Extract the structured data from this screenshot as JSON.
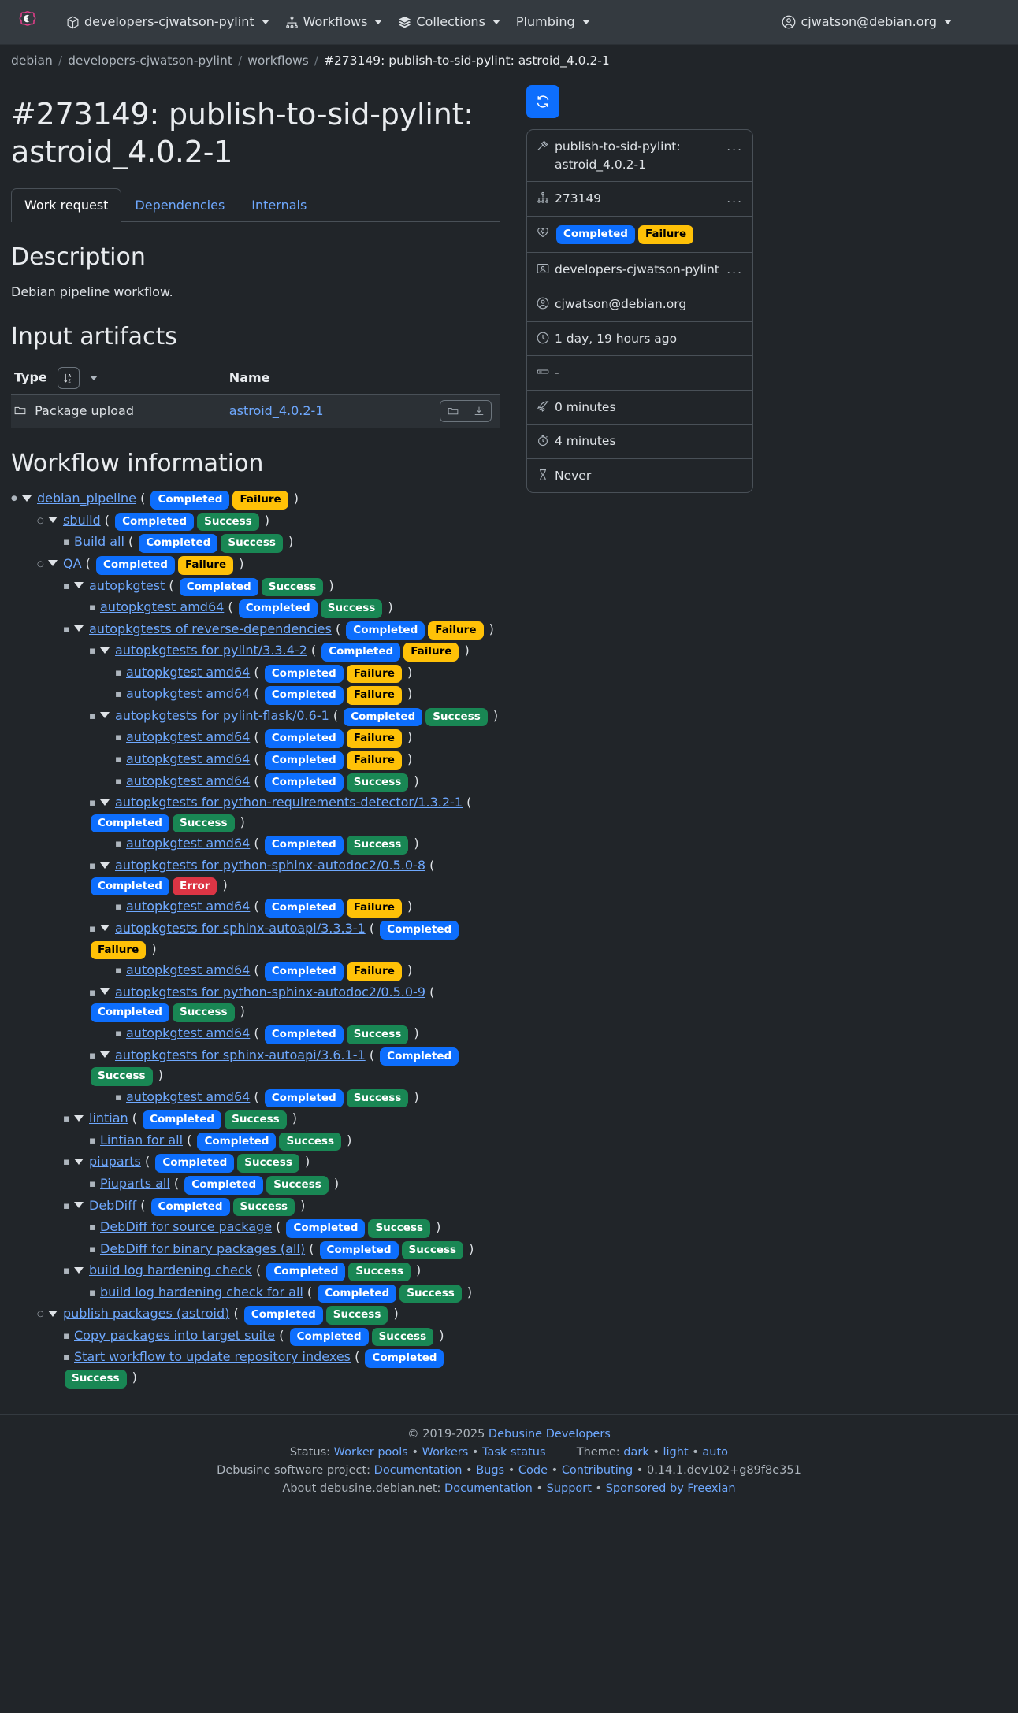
{
  "navbar": {
    "brand_icon": "debusine-logo-icon",
    "items": [
      {
        "label": "developers-cjwatson-pylint",
        "icon": "box-icon",
        "caret": true
      },
      {
        "label": "Workflows",
        "icon": "sitemap-icon",
        "caret": true
      },
      {
        "label": "Collections",
        "icon": "layers-icon",
        "caret": true
      },
      {
        "label": "Plumbing",
        "icon": null,
        "caret": true
      }
    ],
    "user": {
      "label": "cjwatson@debian.org",
      "icon": "user-circle-icon",
      "caret": true
    }
  },
  "breadcrumb": {
    "items": [
      "debian",
      "developers-cjwatson-pylint",
      "workflows"
    ],
    "current": "#273149: publish-to-sid-pylint: astroid_4.0.2-1",
    "separator": "/"
  },
  "page": {
    "title": "#273149: publish-to-sid-pylint: astroid_4.0.2-1"
  },
  "tabs": [
    {
      "label": "Work request",
      "active": true
    },
    {
      "label": "Dependencies",
      "active": false
    },
    {
      "label": "Internals",
      "active": false
    }
  ],
  "description": {
    "heading": "Description",
    "text": "Debian pipeline workflow."
  },
  "input_artifacts": {
    "heading": "Input artifacts",
    "columns": [
      "Type",
      "Name"
    ],
    "sort_icon": "sort-alpha-down-icon",
    "sort_caret_icon": "chevron-down-icon",
    "rows": [
      {
        "type": "Package upload",
        "type_icon": "folder-icon",
        "name": "astroid_4.0.2-1",
        "actions": [
          "folder-open-icon",
          "download-icon"
        ]
      }
    ]
  },
  "workflow": {
    "heading": "Workflow information",
    "tree": [
      {
        "label": "debian_pipeline",
        "level": 0,
        "marker": "disc",
        "expanded": true,
        "badges": [
          {
            "text": "Completed",
            "kind": "completed"
          },
          {
            "text": "Failure",
            "kind": "failure"
          }
        ]
      },
      {
        "label": "sbuild",
        "level": 1,
        "marker": "circ",
        "expanded": true,
        "badges": [
          {
            "text": "Completed",
            "kind": "completed"
          },
          {
            "text": "Success",
            "kind": "success"
          }
        ]
      },
      {
        "label": "Build all",
        "level": 2,
        "marker": "sq",
        "expanded": false,
        "badges": [
          {
            "text": "Completed",
            "kind": "completed"
          },
          {
            "text": "Success",
            "kind": "success"
          }
        ]
      },
      {
        "label": "QA",
        "level": 1,
        "marker": "circ",
        "expanded": true,
        "badges": [
          {
            "text": "Completed",
            "kind": "completed"
          },
          {
            "text": "Failure",
            "kind": "failure"
          }
        ]
      },
      {
        "label": "autopkgtest",
        "level": 2,
        "marker": "sq",
        "expanded": true,
        "badges": [
          {
            "text": "Completed",
            "kind": "completed"
          },
          {
            "text": "Success",
            "kind": "success"
          }
        ]
      },
      {
        "label": "autopkgtest amd64",
        "level": 3,
        "marker": "sq",
        "expanded": false,
        "badges": [
          {
            "text": "Completed",
            "kind": "completed"
          },
          {
            "text": "Success",
            "kind": "success"
          }
        ]
      },
      {
        "label": "autopkgtests of reverse-dependencies",
        "level": 2,
        "marker": "sq",
        "expanded": true,
        "badges": [
          {
            "text": "Completed",
            "kind": "completed"
          },
          {
            "text": "Failure",
            "kind": "failure"
          }
        ]
      },
      {
        "label": "autopkgtests for pylint/3.3.4-2",
        "level": 3,
        "marker": "sq",
        "expanded": true,
        "badges": [
          {
            "text": "Completed",
            "kind": "completed"
          },
          {
            "text": "Failure",
            "kind": "failure"
          }
        ]
      },
      {
        "label": "autopkgtest amd64",
        "level": 4,
        "marker": "sq",
        "expanded": false,
        "badges": [
          {
            "text": "Completed",
            "kind": "completed"
          },
          {
            "text": "Failure",
            "kind": "failure"
          }
        ]
      },
      {
        "label": "autopkgtest amd64",
        "level": 4,
        "marker": "sq",
        "expanded": false,
        "badges": [
          {
            "text": "Completed",
            "kind": "completed"
          },
          {
            "text": "Failure",
            "kind": "failure"
          }
        ]
      },
      {
        "label": "autopkgtests for pylint-flask/0.6-1",
        "level": 3,
        "marker": "sq",
        "expanded": true,
        "badges": [
          {
            "text": "Completed",
            "kind": "completed"
          },
          {
            "text": "Success",
            "kind": "success"
          }
        ]
      },
      {
        "label": "autopkgtest amd64",
        "level": 4,
        "marker": "sq",
        "expanded": false,
        "badges": [
          {
            "text": "Completed",
            "kind": "completed"
          },
          {
            "text": "Failure",
            "kind": "failure"
          }
        ]
      },
      {
        "label": "autopkgtest amd64",
        "level": 4,
        "marker": "sq",
        "expanded": false,
        "badges": [
          {
            "text": "Completed",
            "kind": "completed"
          },
          {
            "text": "Failure",
            "kind": "failure"
          }
        ]
      },
      {
        "label": "autopkgtest amd64",
        "level": 4,
        "marker": "sq",
        "expanded": false,
        "badges": [
          {
            "text": "Completed",
            "kind": "completed"
          },
          {
            "text": "Success",
            "kind": "success"
          }
        ]
      },
      {
        "label": "autopkgtests for python-requirements-detector/1.3.2-1",
        "level": 3,
        "marker": "sq",
        "expanded": true,
        "badges": [
          {
            "text": "Completed",
            "kind": "completed"
          },
          {
            "text": "Success",
            "kind": "success"
          }
        ]
      },
      {
        "label": "autopkgtest amd64",
        "level": 4,
        "marker": "sq",
        "expanded": false,
        "badges": [
          {
            "text": "Completed",
            "kind": "completed"
          },
          {
            "text": "Success",
            "kind": "success"
          }
        ]
      },
      {
        "label": "autopkgtests for python-sphinx-autodoc2/0.5.0-8",
        "level": 3,
        "marker": "sq",
        "expanded": true,
        "badges": [
          {
            "text": "Completed",
            "kind": "completed"
          },
          {
            "text": "Error",
            "kind": "error"
          }
        ]
      },
      {
        "label": "autopkgtest amd64",
        "level": 4,
        "marker": "sq",
        "expanded": false,
        "badges": [
          {
            "text": "Completed",
            "kind": "completed"
          },
          {
            "text": "Failure",
            "kind": "failure"
          }
        ]
      },
      {
        "label": "autopkgtests for sphinx-autoapi/3.3.3-1",
        "level": 3,
        "marker": "sq",
        "expanded": true,
        "badges": [
          {
            "text": "Completed",
            "kind": "completed"
          },
          {
            "text": "Failure",
            "kind": "failure"
          }
        ]
      },
      {
        "label": "autopkgtest amd64",
        "level": 4,
        "marker": "sq",
        "expanded": false,
        "badges": [
          {
            "text": "Completed",
            "kind": "completed"
          },
          {
            "text": "Failure",
            "kind": "failure"
          }
        ]
      },
      {
        "label": "autopkgtests for python-sphinx-autodoc2/0.5.0-9",
        "level": 3,
        "marker": "sq",
        "expanded": true,
        "badges": [
          {
            "text": "Completed",
            "kind": "completed"
          },
          {
            "text": "Success",
            "kind": "success"
          }
        ]
      },
      {
        "label": "autopkgtest amd64",
        "level": 4,
        "marker": "sq",
        "expanded": false,
        "badges": [
          {
            "text": "Completed",
            "kind": "completed"
          },
          {
            "text": "Success",
            "kind": "success"
          }
        ]
      },
      {
        "label": "autopkgtests for sphinx-autoapi/3.6.1-1",
        "level": 3,
        "marker": "sq",
        "expanded": true,
        "badges": [
          {
            "text": "Completed",
            "kind": "completed"
          },
          {
            "text": "Success",
            "kind": "success"
          }
        ]
      },
      {
        "label": "autopkgtest amd64",
        "level": 4,
        "marker": "sq",
        "expanded": false,
        "badges": [
          {
            "text": "Completed",
            "kind": "completed"
          },
          {
            "text": "Success",
            "kind": "success"
          }
        ]
      },
      {
        "label": "lintian",
        "level": 2,
        "marker": "sq",
        "expanded": true,
        "badges": [
          {
            "text": "Completed",
            "kind": "completed"
          },
          {
            "text": "Success",
            "kind": "success"
          }
        ]
      },
      {
        "label": "Lintian for all",
        "level": 3,
        "marker": "sq",
        "expanded": false,
        "badges": [
          {
            "text": "Completed",
            "kind": "completed"
          },
          {
            "text": "Success",
            "kind": "success"
          }
        ]
      },
      {
        "label": "piuparts",
        "level": 2,
        "marker": "sq",
        "expanded": true,
        "badges": [
          {
            "text": "Completed",
            "kind": "completed"
          },
          {
            "text": "Success",
            "kind": "success"
          }
        ]
      },
      {
        "label": "Piuparts all",
        "level": 3,
        "marker": "sq",
        "expanded": false,
        "badges": [
          {
            "text": "Completed",
            "kind": "completed"
          },
          {
            "text": "Success",
            "kind": "success"
          }
        ]
      },
      {
        "label": "DebDiff",
        "level": 2,
        "marker": "sq",
        "expanded": true,
        "badges": [
          {
            "text": "Completed",
            "kind": "completed"
          },
          {
            "text": "Success",
            "kind": "success"
          }
        ]
      },
      {
        "label": "DebDiff for source package",
        "level": 3,
        "marker": "sq",
        "expanded": false,
        "badges": [
          {
            "text": "Completed",
            "kind": "completed"
          },
          {
            "text": "Success",
            "kind": "success"
          }
        ]
      },
      {
        "label": "DebDiff for binary packages (all)",
        "level": 3,
        "marker": "sq",
        "expanded": false,
        "badges": [
          {
            "text": "Completed",
            "kind": "completed"
          },
          {
            "text": "Success",
            "kind": "success"
          }
        ]
      },
      {
        "label": "build log hardening check",
        "level": 2,
        "marker": "sq",
        "expanded": true,
        "badges": [
          {
            "text": "Completed",
            "kind": "completed"
          },
          {
            "text": "Success",
            "kind": "success"
          }
        ]
      },
      {
        "label": "build log hardening check for all",
        "level": 3,
        "marker": "sq",
        "expanded": false,
        "badges": [
          {
            "text": "Completed",
            "kind": "completed"
          },
          {
            "text": "Success",
            "kind": "success"
          }
        ]
      },
      {
        "label": "publish packages (astroid)",
        "level": 1,
        "marker": "circ",
        "expanded": true,
        "badges": [
          {
            "text": "Completed",
            "kind": "completed"
          },
          {
            "text": "Success",
            "kind": "success"
          }
        ]
      },
      {
        "label": "Copy packages into target suite",
        "level": 2,
        "marker": "sq",
        "expanded": false,
        "badges": [
          {
            "text": "Completed",
            "kind": "completed"
          },
          {
            "text": "Success",
            "kind": "success"
          }
        ]
      },
      {
        "label": "Start workflow to update repository indexes",
        "level": 2,
        "marker": "sq",
        "expanded": false,
        "badges": [
          {
            "text": "Completed",
            "kind": "completed"
          },
          {
            "text": "Success",
            "kind": "success"
          }
        ]
      }
    ]
  },
  "sidebar": {
    "refresh_icon": "refresh-icon",
    "items": [
      {
        "icon": "hammer-icon",
        "text": "publish-to-sid-pylint: astroid_4.0.2-1",
        "dots": "..."
      },
      {
        "icon": "sitemap-icon",
        "text": "273149",
        "dots": "..."
      },
      {
        "icon": "heart-pulse-icon",
        "text": "",
        "badges": [
          {
            "text": "Completed",
            "kind": "completed"
          },
          {
            "text": "Failure",
            "kind": "failure"
          }
        ]
      },
      {
        "icon": "workspace-icon",
        "text": "developers-cjwatson-pylint",
        "dots": "..."
      },
      {
        "icon": "user-circle-icon",
        "text": "cjwatson@debian.org"
      },
      {
        "icon": "clock-icon",
        "text": "1 day, 19 hours ago"
      },
      {
        "icon": "server-icon",
        "text": "-"
      },
      {
        "icon": "rocket-icon",
        "text": "0 minutes"
      },
      {
        "icon": "stopwatch-icon",
        "text": "4 minutes"
      },
      {
        "icon": "hourglass-icon",
        "text": "Never"
      }
    ]
  },
  "footer": {
    "copyright_prefix": "© 2019-2025 ",
    "copyright_link": "Debusine Developers",
    "status_label": "Status:",
    "status_links": [
      "Worker pools",
      "Workers",
      "Task status"
    ],
    "theme_label": "Theme:",
    "theme_links": [
      "dark",
      "light",
      "auto"
    ],
    "project_label": "Debusine software project:",
    "project_links": [
      "Documentation",
      "Bugs",
      "Code",
      "Contributing"
    ],
    "version": "0.14.1.dev102+g89f8e351",
    "about_label": "About debusine.debian.net:",
    "about_links": [
      "Documentation",
      "Support",
      "Sponsored by Freexian"
    ],
    "bullet": "•"
  }
}
